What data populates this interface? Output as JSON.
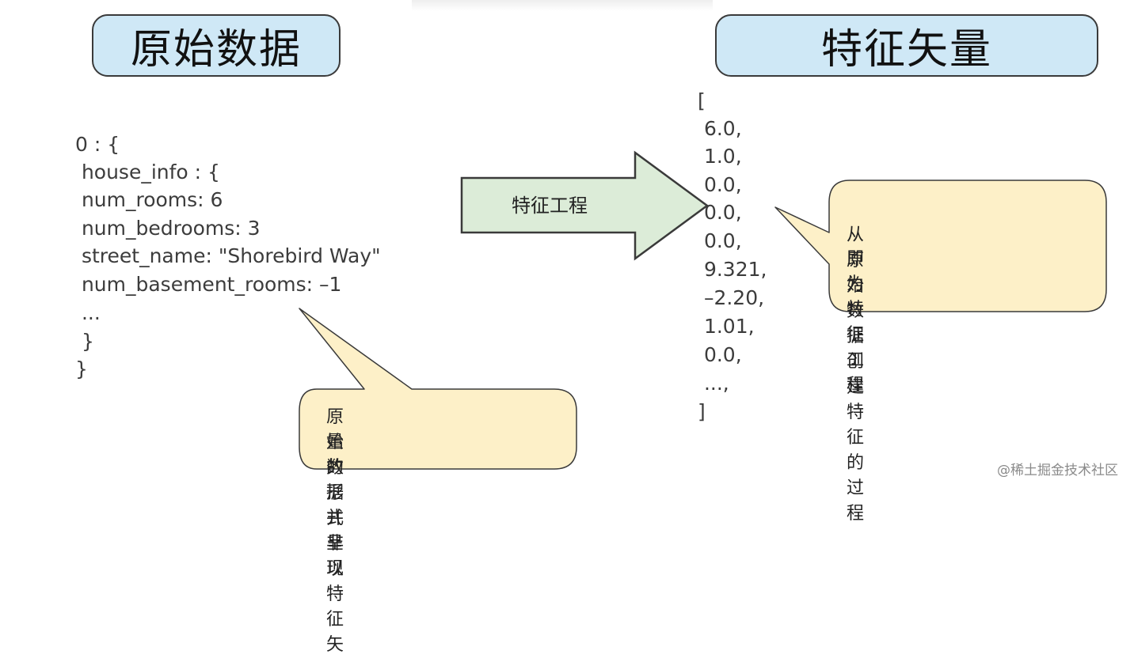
{
  "titles": {
    "left": "原始数据",
    "right": "特征矢量"
  },
  "raw_data_lines": [
    "0 : {",
    " house_info : {",
    " num_rooms: 6",
    " num_bedrooms: 3",
    " street_name: \"Shorebird Way\"",
    " num_basement_rooms: –1",
    " ...",
    " }",
    "}"
  ],
  "feature_vector_lines": [
    "[",
    " 6.0,",
    " 1.0,",
    " 0.0,",
    " 0.0,",
    " 0.0,",
    " 9.321,",
    " –2.20,",
    " 1.01,",
    " 0.0,",
    " ...,",
    "]"
  ],
  "arrow_label": "特征工程",
  "callouts": {
    "left_lines": [
      "原始数据并非以特征矢",
      "量的形式呈现"
    ],
    "right_lines": [
      "从原始数据创建特征的过程",
      "即为特征工程"
    ]
  },
  "watermark": "@稀土掘金技术社区",
  "colors": {
    "title_fill": "#cfe8f6",
    "callout_fill": "#fdf0c8",
    "arrow_fill": "#dcecd8",
    "border": "#3a3a3a"
  }
}
